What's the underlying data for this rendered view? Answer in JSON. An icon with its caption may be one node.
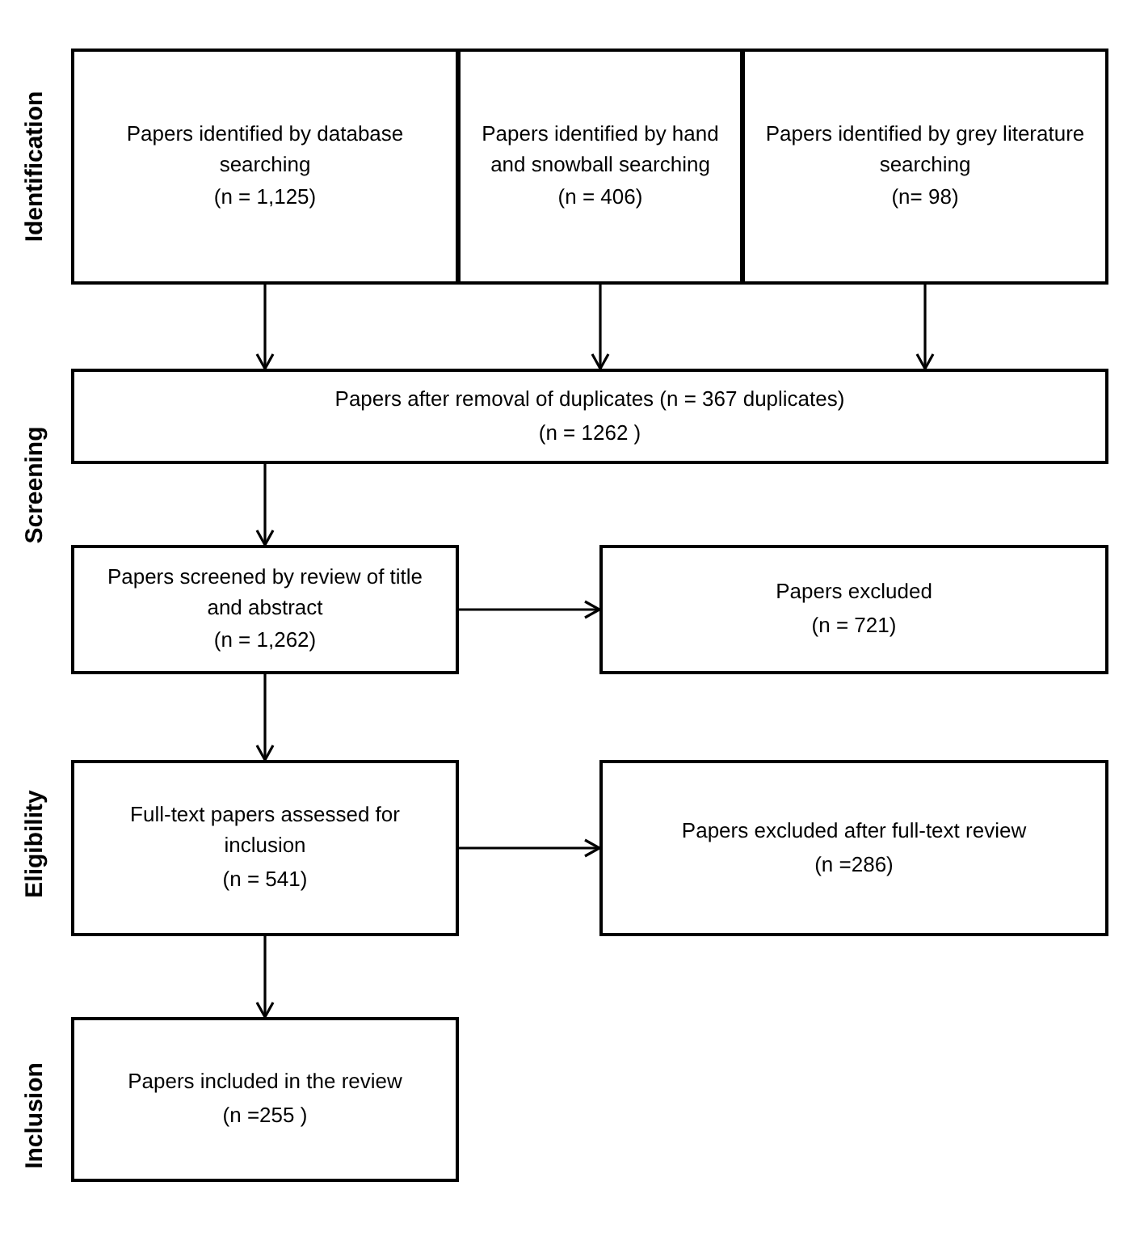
{
  "diagram": {
    "nodes": [
      {
        "text": [
          "Papers identified by database searching",
          "(n = 1,125)"
        ]
      },
      {
        "text": [
          "Papers identified by hand and snowball searching",
          "(n = 406)"
        ]
      },
      {
        "text": [
          "Papers identified by grey literature searching",
          "(n= 98)"
        ]
      },
      {
        "text": [
          "Papers after removal of duplicates (n = 367 duplicates)",
          "(n = 1262 )"
        ]
      },
      {
        "text": [
          "Papers screened by review of title and abstract",
          "(n = 1,262)"
        ]
      },
      {
        "text": [
          "Papers excluded",
          "(n = 721)"
        ]
      },
      {
        "text": [
          "Full-text papers assessed for inclusion",
          "(n = 541)"
        ]
      },
      {
        "text": [
          "Papers excluded after full-text review",
          "(n =286)"
        ]
      },
      {
        "text": [
          "Papers included in the review",
          "(n =255 )"
        ]
      }
    ],
    "edges": [
      {
        "from": 0,
        "to": 3,
        "arrow": "to"
      },
      {
        "from": 1,
        "to": 3,
        "arrow": "to"
      },
      {
        "from": 2,
        "to": 3,
        "arrow": "to"
      },
      {
        "from": 3,
        "to": 4,
        "arrow": "to"
      },
      {
        "from": 4,
        "to": 5,
        "arrow": "to"
      },
      {
        "from": 4,
        "to": 6,
        "arrow": "to"
      },
      {
        "from": 6,
        "to": 7,
        "arrow": "to"
      },
      {
        "from": 6,
        "to": 8,
        "arrow": "to"
      }
    ],
    "labels": [
      "Identification",
      "Screening",
      "Eligibility",
      "Inclusion"
    ]
  }
}
